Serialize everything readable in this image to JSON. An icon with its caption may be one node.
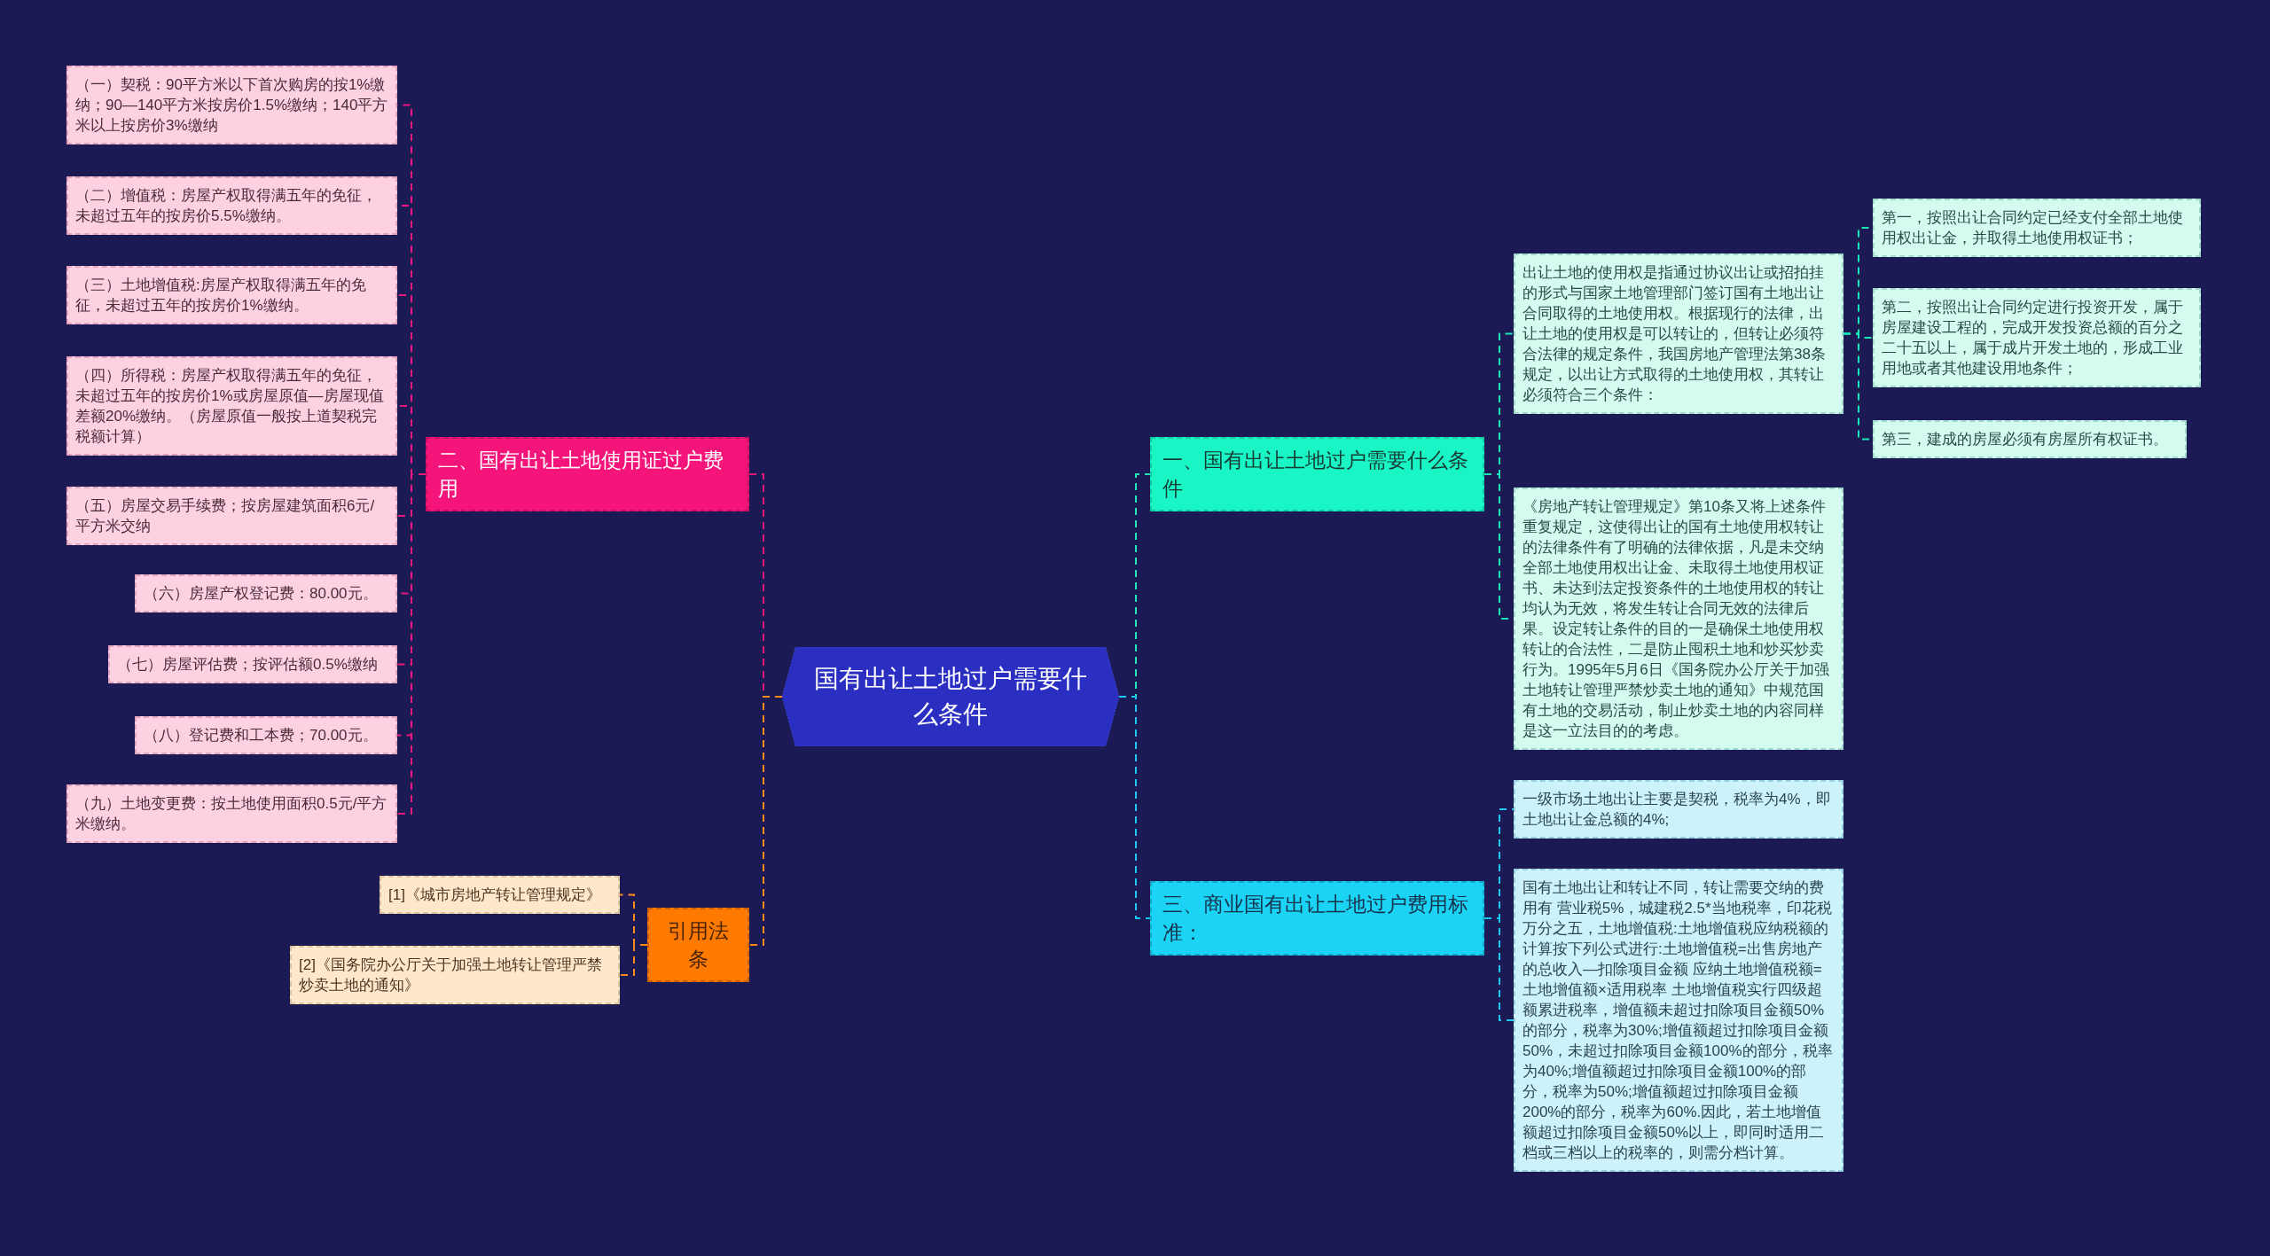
{
  "diagram": {
    "nodes": [
      {
        "text": [
          "国有出让土地过户需要什么条件"
        ]
      },
      {
        "text": [
          "一、国有出让土地过户需要什么条件"
        ]
      },
      {
        "text": [
          "出让土地的使用权是指通过协议出让或招拍挂的形式与国家土地管理部门签订国有土地出让合同取得的土地使用权。根据现行的法律，出让土地的使用权是可以转让的，但转让必须符合法律的规定条件，我国房地产管理法第38条规定，以出让方式取得的土地使用权，其转让必须符合三个条件："
        ]
      },
      {
        "text": [
          "第一，按照出让合同约定已经支付全部土地使用权出让金，并取得土地使用权证书；"
        ]
      },
      {
        "text": [
          "第二，按照出让合同约定进行投资开发，属于房屋建设工程的，完成开发投资总额的百分之二十五以上，属于成片开发土地的，形成工业用地或者其他建设用地条件；"
        ]
      },
      {
        "text": [
          "第三，建成的房屋必须有房屋所有权证书。"
        ]
      },
      {
        "text": [
          "《房地产转让管理规定》第10条又将上述条件重复规定，这使得出让的国有土地使用权转让的法律条件有了明确的法律依据，凡是未交纳全部土地使用权出让金、未取得土地使用权证书、未达到法定投资条件的土地使用权的转让均认为无效，将发生转让合同无效的法律后果。设定转让条件的目的一是确保土地使用权转让的合法性，二是防止囤积土地和炒买炒卖行为。1995年5月6日《国务院办公厅关于加强土地转让管理严禁炒卖土地的通知》中规范国有土地的交易活动，制止炒卖土地的内容同样是这一立法目的的考虑。"
        ]
      },
      {
        "text": [
          "三、商业国有出让土地过户费用标准："
        ]
      },
      {
        "text": [
          "一级市场土地出让主要是契税，税率为4%，即土地出让金总额的4%;"
        ]
      },
      {
        "text": [
          "国有土地出让和转让不同，转让需要交纳的费用有 营业税5%，城建税2.5*当地税率，印花税万分之五，土地增值税:土地增值税应纳税额的计算按下列公式进行:土地增值税=出售房地产的总收入—扣除项目金额 应纳土地增值税额=土地增值额×适用税率 土地增值税实行四级超额累进税率，增值额未超过扣除项目金额50%的部分，税率为30%;增值额超过扣除项目金额50%，未超过扣除项目金额100%的部分，税率为40%;增值额超过扣除项目金额100%的部分，税率为50%;增值额超过扣除项目金额200%的部分，税率为60%.因此，若土地增值额超过扣除项目金额50%以上，即同时适用二档或三档以上的税率的，则需分档计算。"
        ]
      },
      {
        "text": [
          "二、国有出让土地使用证过户费用"
        ]
      },
      {
        "text": [
          "（一）契税：90平方米以下首次购房的按1%缴纳；90—140平方米按房价1.5%缴纳；140平方米以上按房价3%缴纳"
        ]
      },
      {
        "text": [
          "（二）增值税：房屋产权取得满五年的免征，未超过五年的按房价5.5%缴纳。"
        ]
      },
      {
        "text": [
          "（三）土地增值税:房屋产权取得满五年的免征，未超过五年的按房价1%缴纳。"
        ]
      },
      {
        "text": [
          "（四）所得税：房屋产权取得满五年的免征，未超过五年的按房价1%或房屋原值—房屋现值差额20%缴纳。（房屋原值一般按上道契税完税额计算）"
        ]
      },
      {
        "text": [
          "（五）房屋交易手续费；按房屋建筑面积6元/平方米交纳"
        ]
      },
      {
        "text": [
          "（六）房屋产权登记费：80.00元。"
        ]
      },
      {
        "text": [
          "（七）房屋评估费；按评估额0.5%缴纳"
        ]
      },
      {
        "text": [
          "（八）登记费和工本费；70.00元。"
        ]
      },
      {
        "text": [
          "（九）土地变更费：按土地使用面积0.5元/平方米缴纳。"
        ]
      },
      {
        "text": [
          "引用法条"
        ]
      },
      {
        "text": [
          "[1]《城市房地产转让管理规定》"
        ]
      },
      {
        "text": [
          "[2]《国务院办公厅关于加强土地转让管理严禁炒卖土地的通知》"
        ]
      }
    ],
    "edges": [
      {
        "from": 0,
        "to": 1,
        "arrow": "none",
        "style": "dashed",
        "color": "#19e8b8"
      },
      {
        "from": 1,
        "to": 2,
        "arrow": "none",
        "style": "dashed",
        "color": "#19e8b8"
      },
      {
        "from": 2,
        "to": 3,
        "arrow": "none",
        "style": "dashed",
        "color": "#19e8b8"
      },
      {
        "from": 2,
        "to": 4,
        "arrow": "none",
        "style": "dashed",
        "color": "#19e8b8"
      },
      {
        "from": 2,
        "to": 5,
        "arrow": "none",
        "style": "dashed",
        "color": "#19e8b8"
      },
      {
        "from": 1,
        "to": 6,
        "arrow": "none",
        "style": "dashed",
        "color": "#19e8b8"
      },
      {
        "from": 0,
        "to": 7,
        "arrow": "none",
        "style": "dashed",
        "color": "#1ac8f0"
      },
      {
        "from": 7,
        "to": 8,
        "arrow": "none",
        "style": "dashed",
        "color": "#1ac8f0"
      },
      {
        "from": 7,
        "to": 9,
        "arrow": "none",
        "style": "dashed",
        "color": "#1ac8f0"
      },
      {
        "from": 0,
        "to": 10,
        "arrow": "none",
        "style": "dashed"
      },
      {
        "from": 10,
        "to": 11,
        "arrow": "none",
        "style": "dashed"
      },
      {
        "from": 10,
        "to": 12,
        "arrow": "none",
        "style": "dashed"
      },
      {
        "from": 10,
        "to": 13,
        "arrow": "none",
        "style": "dashed"
      },
      {
        "from": 10,
        "to": 14,
        "arrow": "none",
        "style": "dashed"
      },
      {
        "from": 10,
        "to": 15,
        "arrow": "none",
        "style": "dashed"
      },
      {
        "from": 10,
        "to": 16,
        "arrow": "none",
        "style": "dashed"
      },
      {
        "from": 10,
        "to": 17,
        "arrow": "none",
        "style": "dashed"
      },
      {
        "from": 10,
        "to": 18,
        "arrow": "none",
        "style": "dashed"
      },
      {
        "from": 10,
        "to": 19,
        "arrow": "none",
        "style": "dashed"
      },
      {
        "from": 0,
        "to": 20,
        "arrow": "none",
        "style": "dashed",
        "color": "#ff8a1a"
      },
      {
        "from": 20,
        "to": 21,
        "arrow": "none",
        "style": "dashed",
        "color": "#ff8a1a"
      },
      {
        "from": 20,
        "to": 22,
        "arrow": "none",
        "style": "dashed",
        "color": "#ff8a1a"
      }
    ]
  }
}
